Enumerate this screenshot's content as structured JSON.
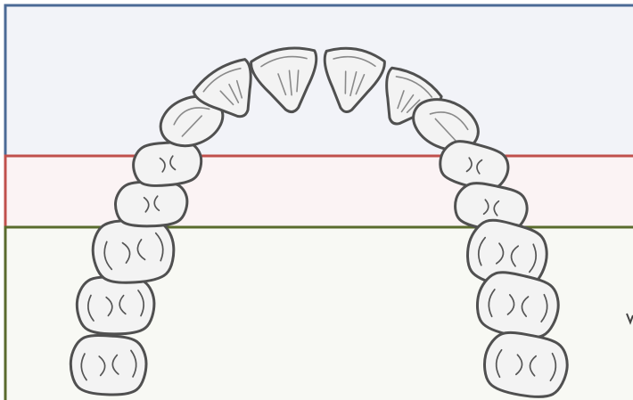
{
  "diagram": {
    "description_visible_text": "",
    "colors": {
      "anterior_zone_fill": "#f2f3f8",
      "anterior_zone_border": "#4b6a96",
      "premolar_zone_fill": "#fbf3f4",
      "premolar_zone_border": "#c0504d",
      "molar_zone_fill": "#f8f9f4",
      "molar_zone_border": "#5a6b2d",
      "tooth_fill": "#f3f3f3",
      "tooth_outline": "#505050"
    },
    "zones": [
      {
        "id": "anterior-zone"
      },
      {
        "id": "premolar-zone"
      },
      {
        "id": "molar-zone"
      }
    ],
    "teeth_counts": {
      "anterior": 6,
      "premolars": 4,
      "molars": 6
    }
  }
}
